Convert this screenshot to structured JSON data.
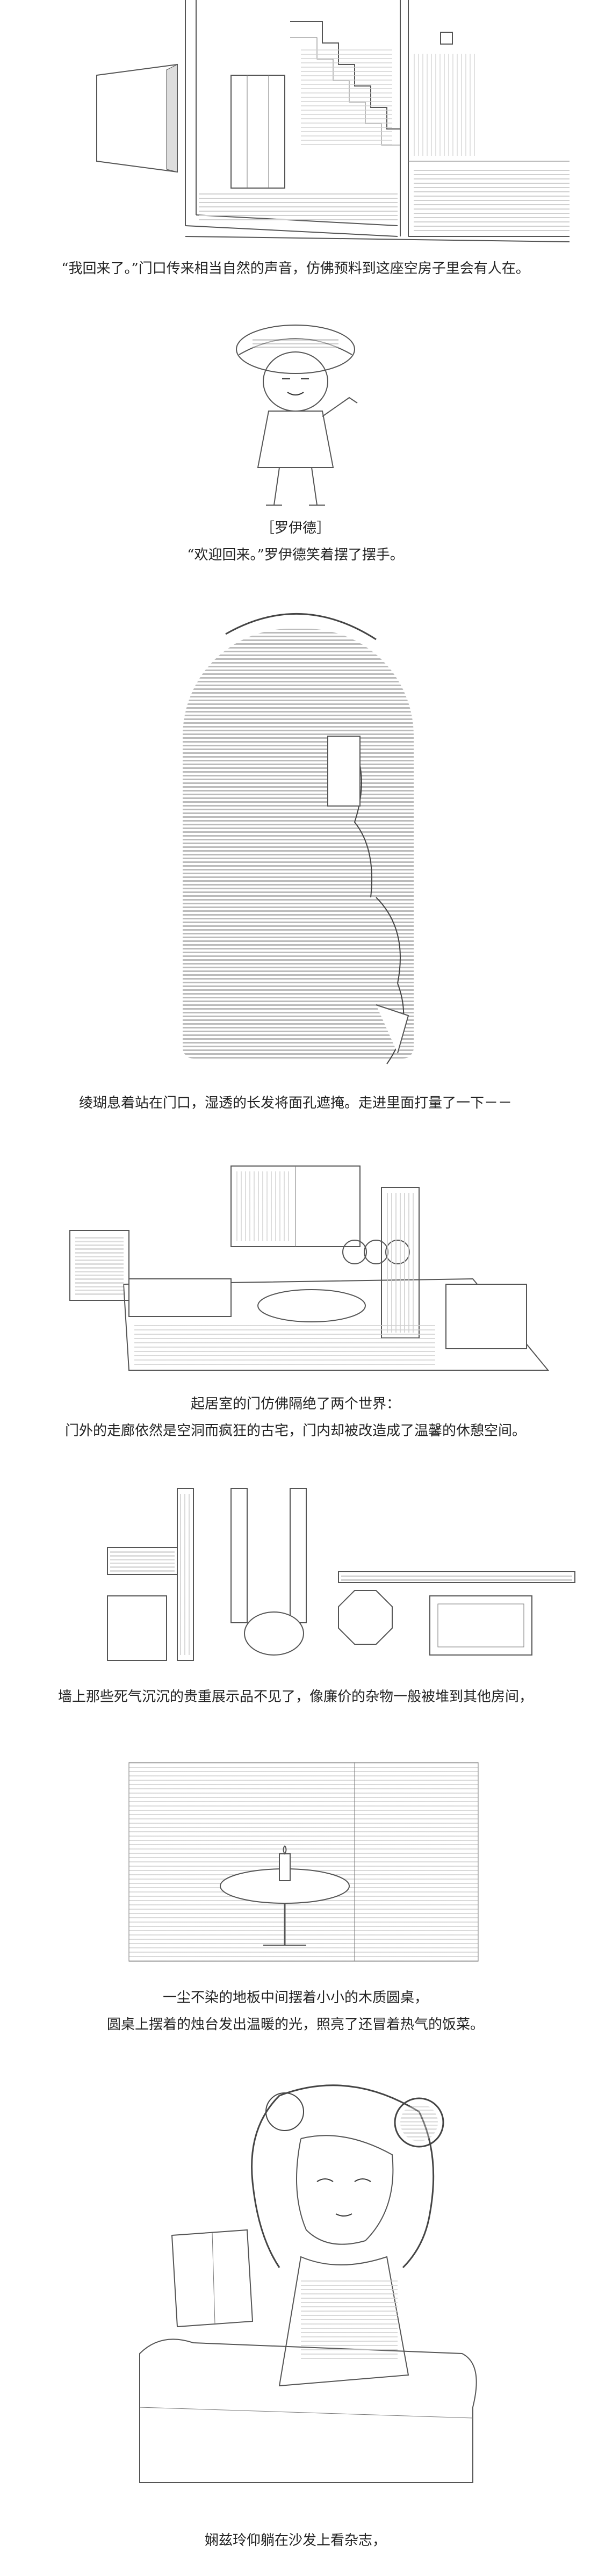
{
  "captions": {
    "c1": "“我回来了。”门口传来相当自然的声音，仿佛预料到这座空房子里会有人在。",
    "c2_name": "［罗伊德］",
    "c2": "“欢迎回来。”罗伊德笑着摆了摆手。",
    "c3": "绫瑚息着站在门口，湿透的长发将面孔遮掩。走进里面打量了一下－－",
    "c4a": "起居室的门仿佛隔绝了两个世界：",
    "c4b": "门外的走廊依然是空洞而疯狂的古宅，门内却被改造成了温馨的休憩空间。",
    "c5": "墙上那些死气沉沉的贵重展示品不见了，像廉价的杂物一般被堆到其他房间，",
    "c6a": "一尘不染的地板中间摆着小小的木质圆桌，",
    "c6b": "圆桌上摆着的烛台发出温暖的光，照亮了还冒着热气的饭菜。",
    "c7": "娴兹玲仰躺在沙发上看杂志，"
  }
}
